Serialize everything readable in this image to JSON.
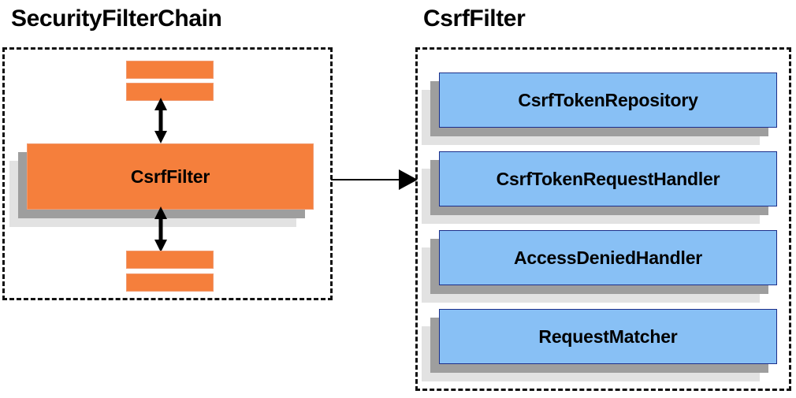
{
  "diagram": {
    "type": "architecture-block-diagram",
    "colors": {
      "orange_fill": "#f57f3c",
      "blue_fill": "#88c0f5",
      "blue_border": "#1c2f8a",
      "shadow_near": "#9e9e9e",
      "shadow_far": "#e2e2e2",
      "outline": "#111111",
      "text": "#000000"
    }
  },
  "left_panel": {
    "title": "SecurityFilterChain",
    "main_box": {
      "label": "CsrfFilter",
      "color": "#f57f3c"
    },
    "filter_bars_top": [
      {
        "label": ""
      },
      {
        "label": ""
      }
    ],
    "filter_bars_bottom": [
      {
        "label": ""
      },
      {
        "label": ""
      }
    ],
    "connectors": [
      {
        "name": "arrow-up",
        "style": "double-headed-vertical"
      },
      {
        "name": "arrow-down",
        "style": "double-headed-vertical"
      }
    ]
  },
  "link": {
    "name": "arrow-link",
    "style": "single-headed-horizontal",
    "from": "SecurityFilterChain",
    "to": "CsrfFilter"
  },
  "right_panel": {
    "title": "CsrfFilter",
    "components": [
      {
        "label": "CsrfTokenRepository"
      },
      {
        "label": "CsrfTokenRequestHandler"
      },
      {
        "label": "AccessDeniedHandler"
      },
      {
        "label": "RequestMatcher"
      }
    ]
  }
}
